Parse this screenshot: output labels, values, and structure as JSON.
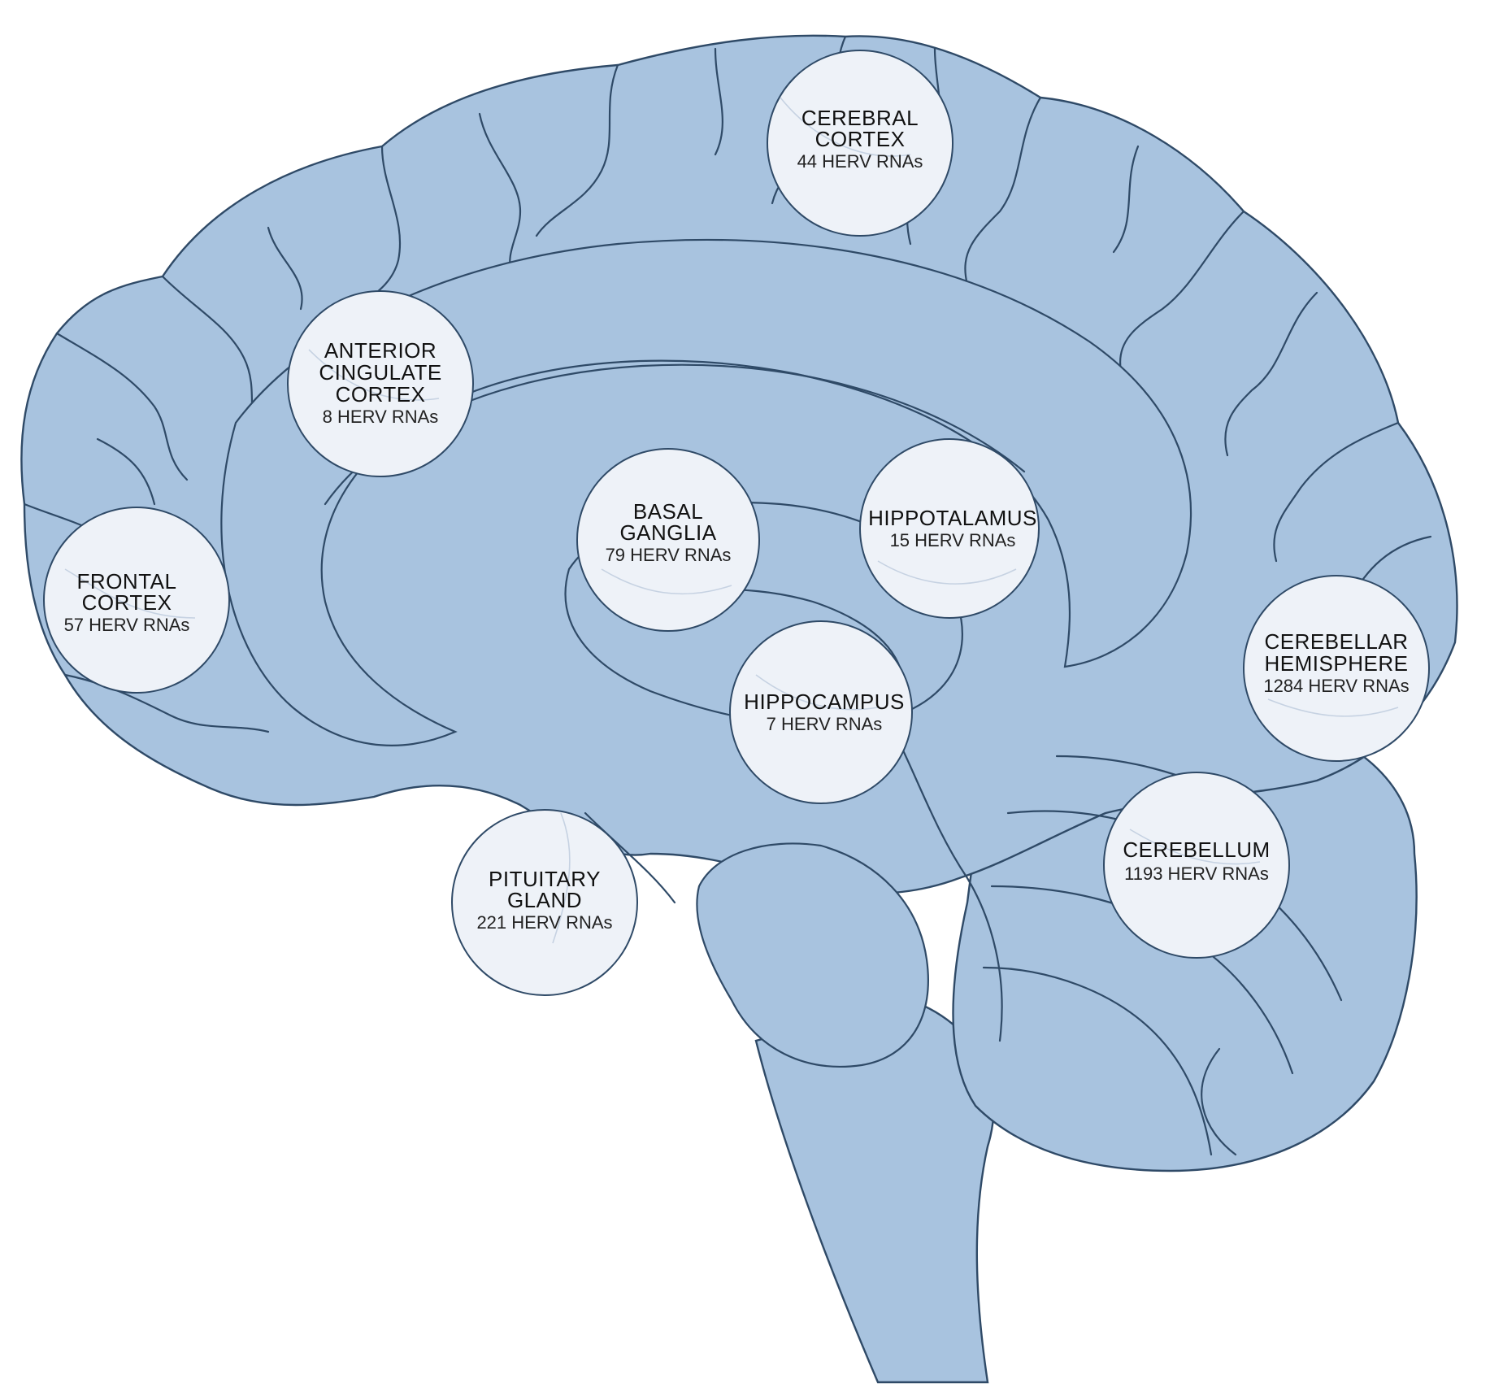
{
  "colors": {
    "brain_fill": "#a8c3df",
    "outline": "#2f4a67",
    "circle_fill": "#eef2f8"
  },
  "regions": [
    {
      "key": "cerebral_cortex",
      "name_lines": [
        "CEREBRAL",
        "CORTEX"
      ],
      "count": "44 HERV RNAs"
    },
    {
      "key": "anterior_cingulate_cortex",
      "name_lines": [
        "ANTERIOR",
        "CINGULATE",
        "CORTEX"
      ],
      "count": "8 HERV RNAs"
    },
    {
      "key": "frontal_cortex",
      "name_lines": [
        "FRONTAL",
        "CORTEX"
      ],
      "count": "57 HERV RNAs"
    },
    {
      "key": "basal_ganglia",
      "name_lines": [
        "BASAL",
        "GANGLIA"
      ],
      "count": "79 HERV RNAs"
    },
    {
      "key": "hippotalamus",
      "name_lines": [
        "HIPPOTALAMUS"
      ],
      "count": "15 HERV RNAs"
    },
    {
      "key": "hippocampus",
      "name_lines": [
        "HIPPOCAMPUS"
      ],
      "count": "7 HERV RNAs"
    },
    {
      "key": "cerebellar_hemisphere",
      "name_lines": [
        "CEREBELLAR",
        "HEMISPHERE"
      ],
      "count": "1284 HERV RNAs"
    },
    {
      "key": "cerebellum",
      "name_lines": [
        "CEREBELLUM"
      ],
      "count": "1193 HERV RNAs"
    },
    {
      "key": "pituitary_gland",
      "name_lines": [
        "PITUITARY",
        "GLAND"
      ],
      "count": "221 HERV RNAs"
    }
  ]
}
